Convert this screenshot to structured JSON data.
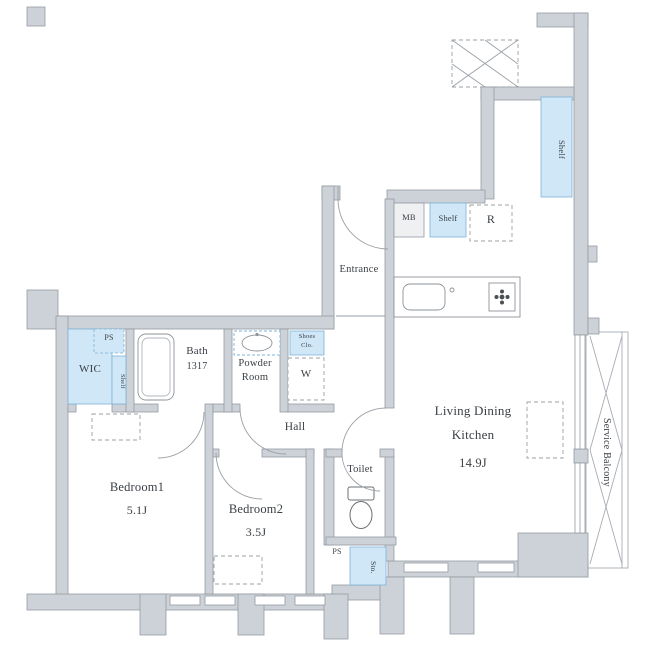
{
  "rooms": {
    "wic": {
      "label": "WIC"
    },
    "bath": {
      "label": "Bath",
      "size": "1317"
    },
    "powder_room": {
      "line1": "Powder",
      "line2": "Room"
    },
    "shoes_closet": {
      "line1": "Shoes",
      "line2": "Clo."
    },
    "washer": {
      "label": "W"
    },
    "entrance": {
      "label": "Entrance"
    },
    "hall": {
      "label": "Hall"
    },
    "toilet": {
      "label": "Toilet"
    },
    "bedroom1": {
      "label": "Bedroom1",
      "size": "5.1J"
    },
    "bedroom2": {
      "label": "Bedroom2",
      "size": "3.5J"
    },
    "ldk": {
      "line1": "Living Dining",
      "line2": "Kitchen",
      "size": "14.9J"
    },
    "service_balcony": {
      "label": "Service Balcony"
    }
  },
  "fixtures": {
    "meter_box": "MB",
    "shelf_top": "Shelf",
    "shelf_right": "Shelf",
    "shelf_left": "Shelf",
    "refrigerator": "R",
    "pipe_space_top": "PS",
    "pipe_space_bottom": "PS",
    "storage": "Sto."
  },
  "colors": {
    "wall": "#ccd2d7",
    "wall_edge": "#959ba1",
    "fixture_blue_fill": "#cfe7f7",
    "fixture_blue_edge": "#7fb3d8",
    "text": "#3b4045"
  }
}
